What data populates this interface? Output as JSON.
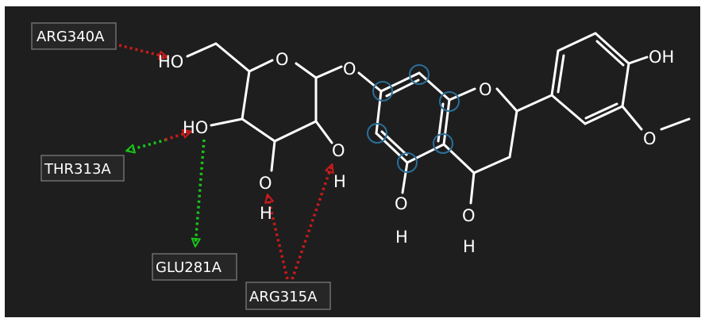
{
  "colors": {
    "background": "#1e1e1e",
    "bond": "#ffffff",
    "hbond_donor": "#cc1a1a",
    "hbond_acceptor": "#19c319",
    "aromatic_ring": "#2a6f9b",
    "label_box_border": "#6e6e6e",
    "label_box_fill": "#262626"
  },
  "residues": {
    "arg340a": "ARG340A",
    "thr313a": "THR313A",
    "glu281a": "GLU281A",
    "arg315a": "ARG315A"
  },
  "atoms": {
    "o": "O",
    "h": "H",
    "ho": "HO",
    "oh": "OH"
  }
}
